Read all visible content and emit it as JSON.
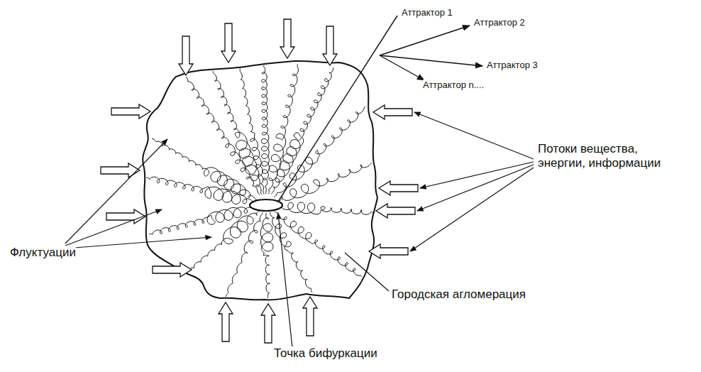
{
  "diagram": {
    "labels": [
      "Аттрактор 1",
      "Аттрактор 2",
      "Аттрактор 3",
      "Аттрактор n....",
      "Потоки вещества, энергии, информации",
      "Флуктуации",
      "Городская агломерация",
      "Точка бифуркации"
    ]
  }
}
